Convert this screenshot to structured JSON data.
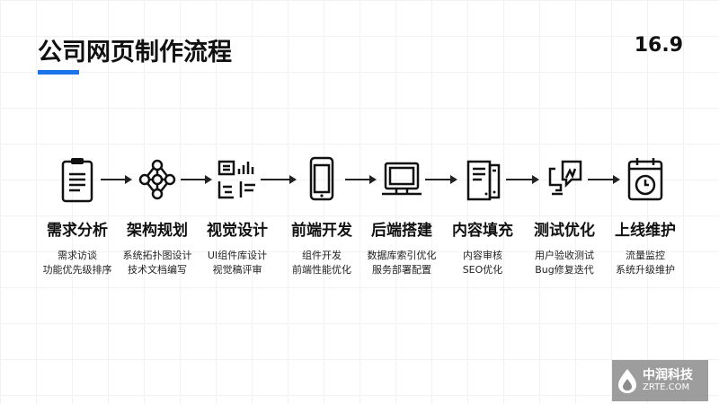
{
  "header": {
    "title": "公司网页制作流程",
    "page_number": "16.9",
    "accent": "#1a73e8"
  },
  "steps": [
    {
      "title": "需求分析",
      "lines": [
        "需求访谈",
        "功能优先级排序"
      ],
      "icon": "clipboard-icon"
    },
    {
      "title": "架构规划",
      "lines": [
        "系统拓扑图设计",
        "技术文档编写"
      ],
      "icon": "network-icon"
    },
    {
      "title": "视觉设计",
      "lines": [
        "UI组件库设计",
        "视觉稿评审"
      ],
      "icon": "design-layout-icon"
    },
    {
      "title": "前端开发",
      "lines": [
        "组件开发",
        "前端性能优化"
      ],
      "icon": "smartphone-icon"
    },
    {
      "title": "后端搭建",
      "lines": [
        "数据库索引优化",
        "服务部署配置"
      ],
      "icon": "laptop-icon"
    },
    {
      "title": "内容填充",
      "lines": [
        "内容审核",
        "SEO优化"
      ],
      "icon": "documents-icon"
    },
    {
      "title": "测试优化",
      "lines": [
        "用户验收测试",
        "Bug修复迭代"
      ],
      "icon": "test-monitor-icon"
    },
    {
      "title": "上线维护",
      "lines": [
        "流量监控",
        "系统升级维护"
      ],
      "icon": "calendar-clock-icon"
    }
  ],
  "watermark": {
    "name": "中润科技",
    "domain": "ZRTE.COM"
  }
}
